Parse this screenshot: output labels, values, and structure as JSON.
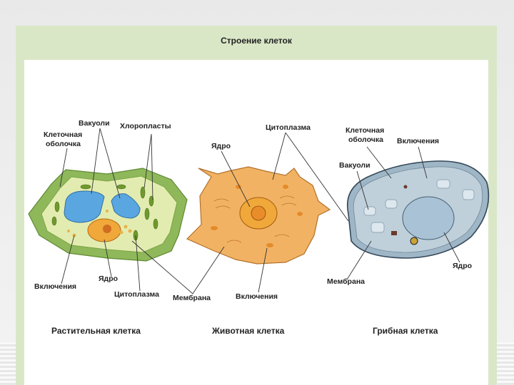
{
  "slide": {
    "title": "Строение клеток"
  },
  "labels": {
    "plant": {
      "vacuoles": "Вакуоли",
      "chloroplasts": "Хлоропласты",
      "wall_line1": "Клеточная",
      "wall_line2": "оболочка",
      "inclusions": "Включения",
      "nucleus": "Ядро",
      "cytoplasm": "Цитоплазма"
    },
    "animal": {
      "nucleus": "Ядро",
      "cytoplasm": "Цитоплазма",
      "membrane": "Мембрана",
      "inclusions": "Включения"
    },
    "fungal": {
      "wall_line1": "Клеточная",
      "wall_line2": "оболочка",
      "inclusions": "Включения",
      "vacuoles": "Вакуоли",
      "membrane": "Мембрана",
      "nucleus": "Ядро"
    }
  },
  "captions": {
    "plant": "Растительная клетка",
    "animal": "Животная клетка",
    "fungal": "Грибная клетка"
  },
  "colors": {
    "frame": "#d9e7c6",
    "plant_wall": "#8fb85a",
    "plant_cytoplasm": "#e3ecb0",
    "vacuole": "#5aa6e0",
    "chloroplast": "#6f9a2e",
    "animal_cell": "#f1b363",
    "nucleus": "#f0a83a",
    "fungal_cell": "#9fb6c7"
  }
}
